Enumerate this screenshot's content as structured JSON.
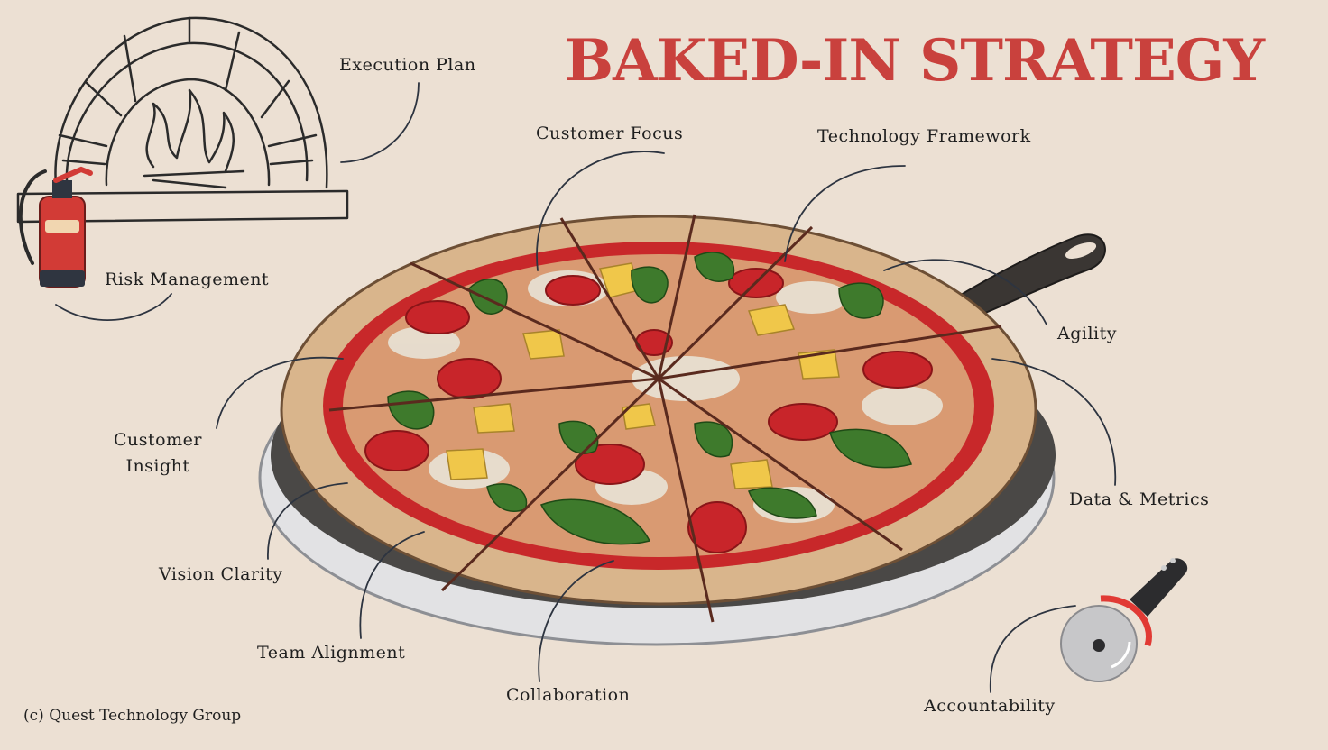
{
  "title": "BAKED-IN STRATEGY",
  "labels": {
    "execution_plan": "Execution Plan",
    "customer_focus": "Customer Focus",
    "technology_framework": "Technology Framework",
    "risk_management": "Risk Management",
    "agility": "Agility",
    "customer_insight_line1": "Customer",
    "customer_insight_line2": "Insight",
    "data_metrics": "Data & Metrics",
    "vision_clarity": "Vision Clarity",
    "team_alignment": "Team Alignment",
    "collaboration": "Collaboration",
    "accountability": "Accountability"
  },
  "footer": "(c) Quest Technology Group",
  "colors": {
    "background": "#ece0d3",
    "title": "#c9413d",
    "sauce": "#c8282a",
    "crust": "#d9b58c",
    "extinguisher": "#d23b36"
  },
  "icons": [
    "pizza-oven-icon",
    "fire-extinguisher-icon",
    "pizza-icon",
    "pizza-cutter-icon"
  ]
}
